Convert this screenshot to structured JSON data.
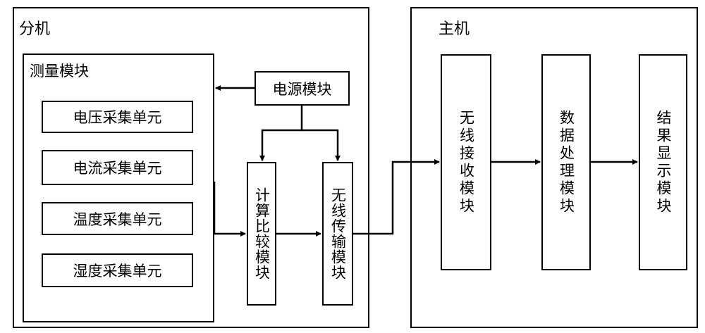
{
  "slave": {
    "title": "分机",
    "measurement": {
      "title": "测量模块",
      "units": [
        "电压采集单元",
        "电流采集单元",
        "温度采集单元",
        "湿度采集单元"
      ]
    },
    "power": "电源模块",
    "compare": "计算比较模块",
    "transmit": "无线传输模块"
  },
  "host": {
    "title": "主机",
    "receive": "无线接收模块",
    "process": "数据处理模块",
    "display": "结果显示模块"
  }
}
